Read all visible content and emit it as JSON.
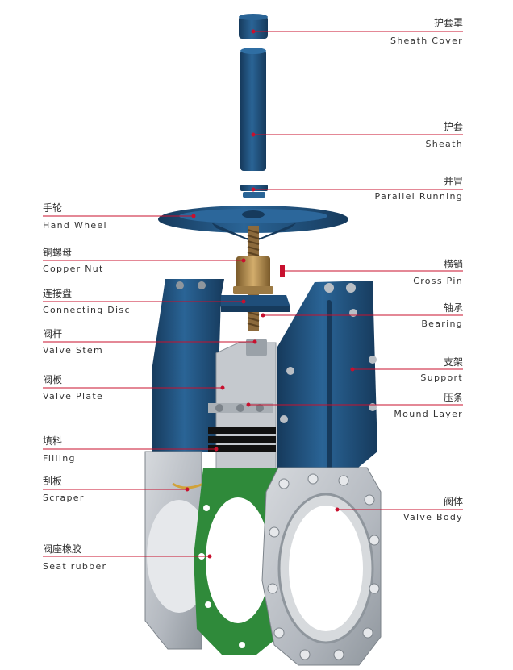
{
  "colors": {
    "leader": "#c8102e",
    "blue": "#1f4e7a",
    "blue_dark": "#163a5c",
    "steel": "#b9bec4",
    "steel_dark": "#8f969d",
    "green": "#2f8a3a",
    "copper": "#b08a4a"
  },
  "labels": {
    "sheath_cover": {
      "cn": "护套罩",
      "en": "Sheath Cover"
    },
    "sheath": {
      "cn": "护套",
      "en": "Sheath"
    },
    "parallel_running": {
      "cn": "并冒",
      "en": "Parallel Running"
    },
    "hand_wheel": {
      "cn": "手轮",
      "en": "Hand Wheel"
    },
    "copper_nut": {
      "cn": "铜螺母",
      "en": "Copper Nut"
    },
    "cross_pin": {
      "cn": "横销",
      "en": "Cross Pin"
    },
    "connecting_disc": {
      "cn": "连接盘",
      "en": "Connecting Disc"
    },
    "bearing": {
      "cn": "轴承",
      "en": "Bearing"
    },
    "valve_stem": {
      "cn": "阀杆",
      "en": "Valve Stem"
    },
    "support": {
      "cn": "支架",
      "en": "Support"
    },
    "valve_plate": {
      "cn": "阀板",
      "en": "Valve Plate"
    },
    "mound_layer": {
      "cn": "压条",
      "en": "Mound Layer"
    },
    "filling": {
      "cn": "填料",
      "en": "Filling"
    },
    "scraper": {
      "cn": "刮板",
      "en": "Scraper"
    },
    "valve_body": {
      "cn": "阀体",
      "en": "Valve Body"
    },
    "seat_rubber": {
      "cn": "阀座橡胶",
      "en": "Seat rubber"
    }
  }
}
